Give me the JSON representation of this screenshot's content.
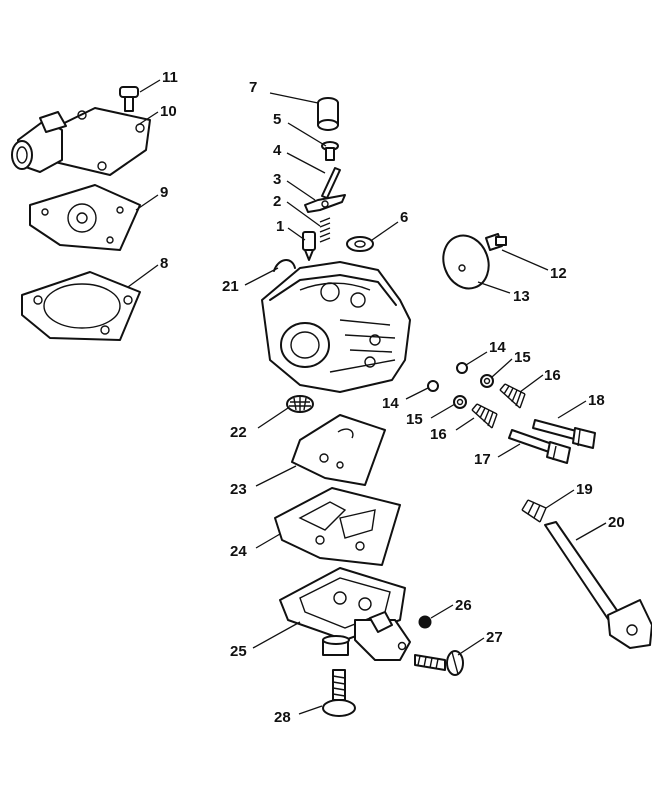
{
  "diagram": {
    "colors": {
      "ink": "#111111",
      "paper": "#ffffff"
    },
    "callouts": [
      "1",
      "2",
      "3",
      "4",
      "5",
      "6",
      "7",
      "8",
      "9",
      "10",
      "11",
      "12",
      "13",
      "14",
      "14",
      "15",
      "15",
      "16",
      "16",
      "17",
      "18",
      "19",
      "20",
      "21",
      "22",
      "23",
      "24",
      "25",
      "26",
      "27",
      "28"
    ]
  }
}
